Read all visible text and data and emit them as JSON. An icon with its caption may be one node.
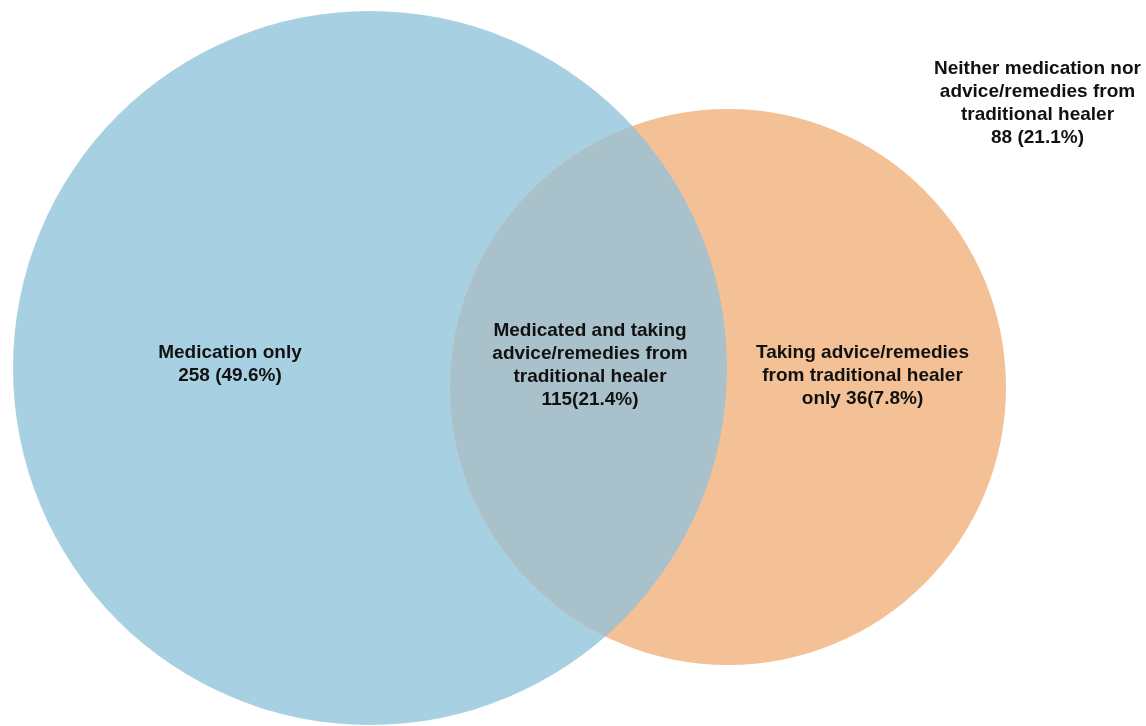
{
  "diagram": {
    "nodes": [
      {
        "text": [
          "Medication only",
          "258 (49.6%)"
        ]
      },
      {
        "text": [
          "Taking advice/remedies from traditional healer only 36(7.8%)"
        ]
      }
    ],
    "edges": [],
    "labels": [
      "Medicated and taking advice/remedies from traditional healer",
      "115(21.4%)",
      "Neither medication nor advice/remedies from traditional healer",
      "88 (21.1%)"
    ]
  }
}
